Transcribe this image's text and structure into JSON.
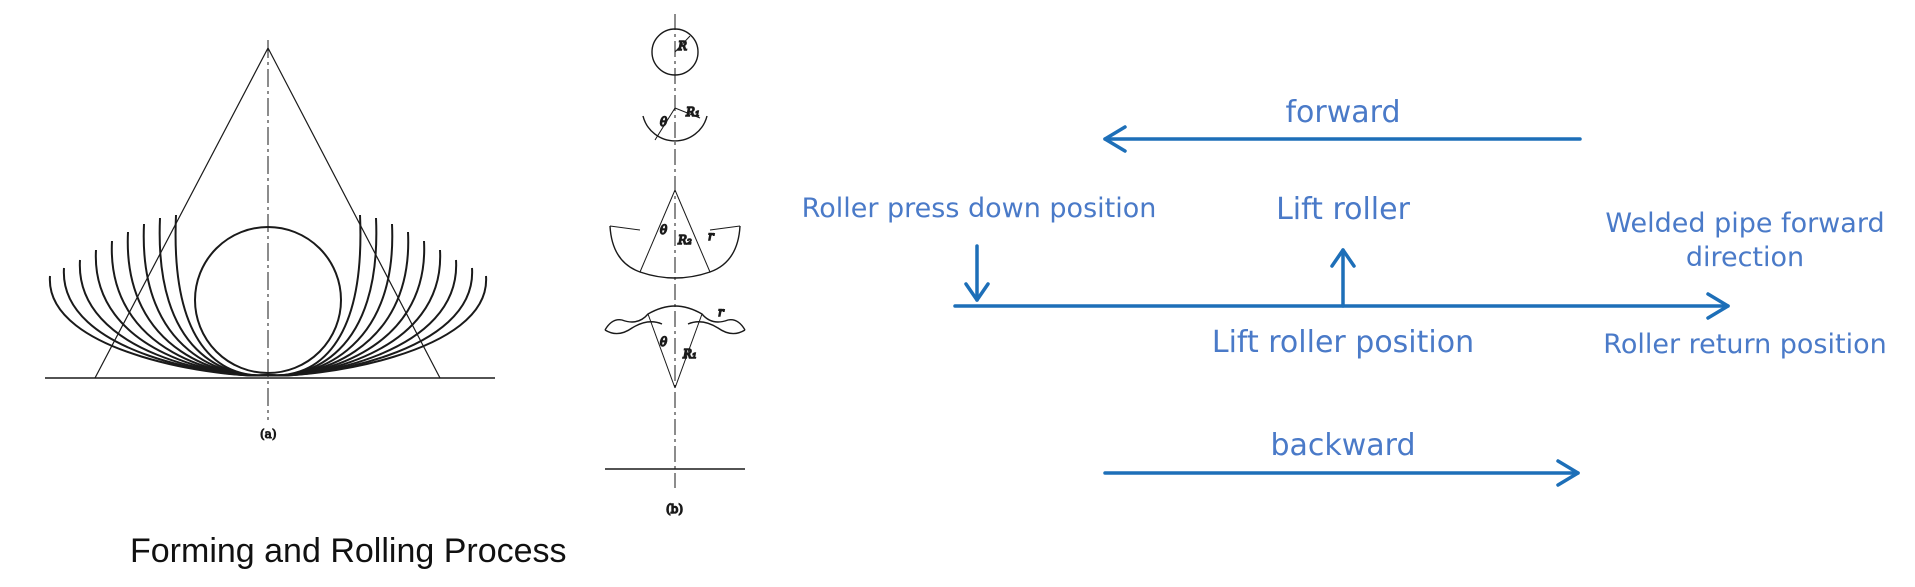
{
  "figure_a": {
    "label": "(a)"
  },
  "figure_b": {
    "label": "(b)",
    "step1": {
      "r_label": "R"
    },
    "step2": {
      "theta_label": "θ",
      "r_label": "R₁"
    },
    "step3": {
      "theta_label": "θ",
      "r_label": "R₂",
      "small_r_label": "r"
    },
    "step4": {
      "theta_label": "θ",
      "r_label": "R₁",
      "small_r_label": "r"
    }
  },
  "caption": "Forming and Rolling Process",
  "process": {
    "forward": "forward",
    "backward": "backward",
    "press_down": "Roller press down position",
    "lift_roller": "Lift roller",
    "lift_roller_position": "Lift roller position",
    "welded_line1": "Welded pipe forward",
    "welded_line2": "direction",
    "return_position": "Roller return position"
  },
  "colors": {
    "arrow": "#1d6fb8",
    "text": "#4a7ac8",
    "sketch": "#1a1a1a"
  }
}
